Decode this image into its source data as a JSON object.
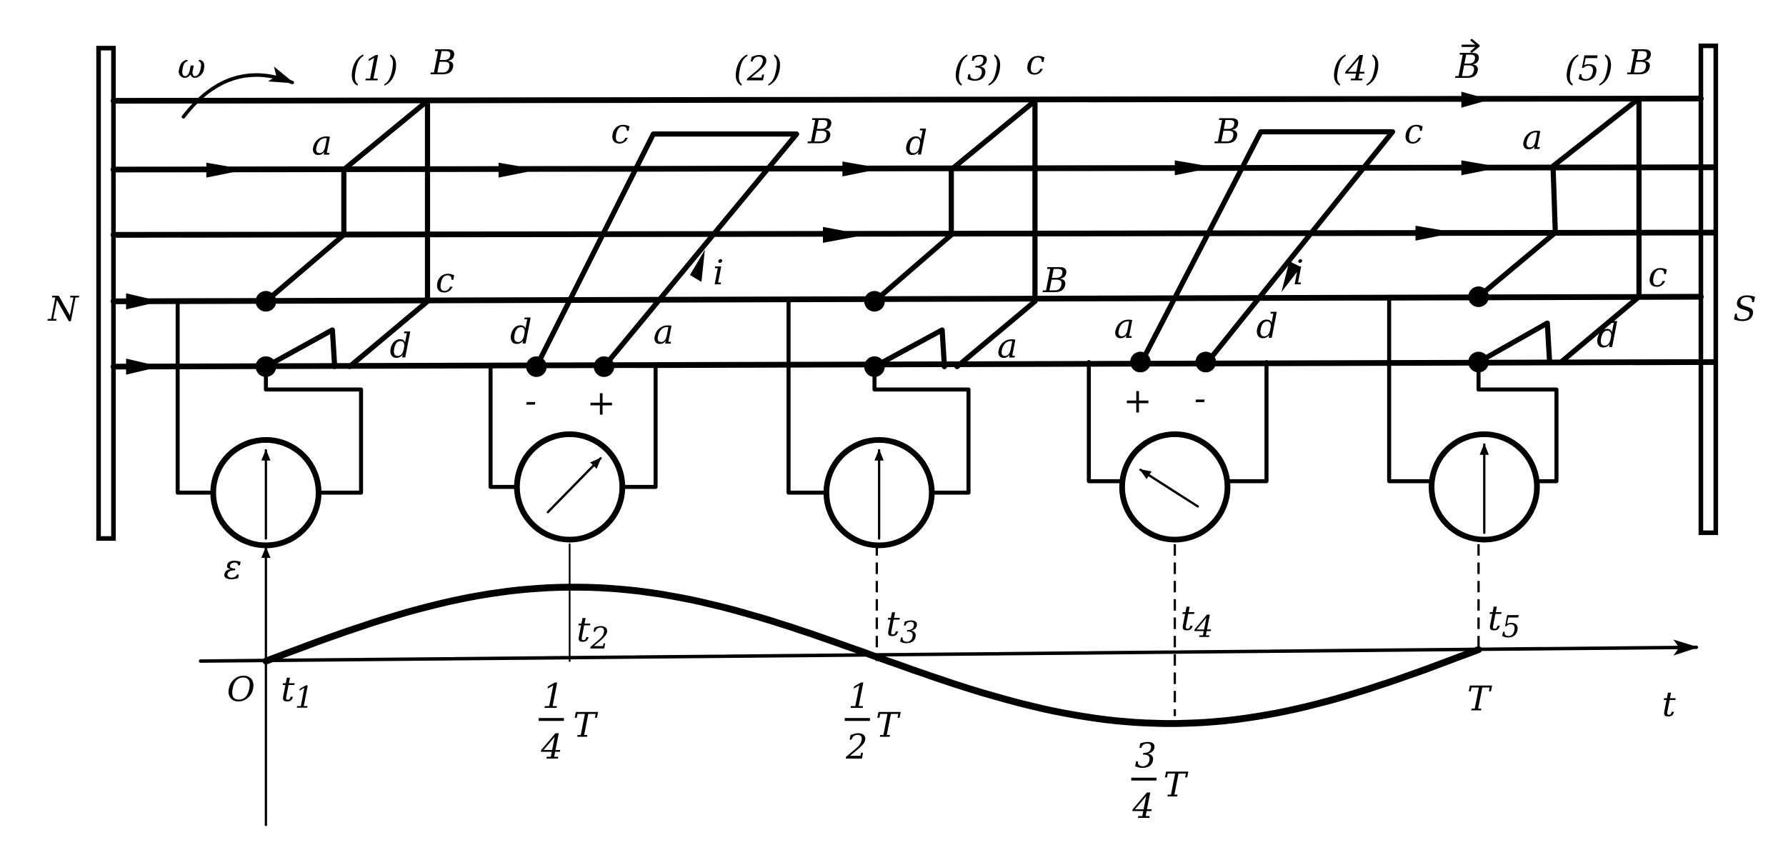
{
  "magnets": {
    "north": "N",
    "south": "S"
  },
  "rotation_label": "ω",
  "field_label": "B",
  "positions": [
    {
      "label": "(1)",
      "corners": [
        "a",
        "B",
        "c",
        "d"
      ]
    },
    {
      "label": "(2)",
      "corners": [
        "c",
        "B",
        "d",
        "a"
      ],
      "current": "i",
      "polarity": [
        "-",
        "+"
      ]
    },
    {
      "label": "(3)",
      "corners": [
        "d",
        "c",
        "B",
        "a"
      ]
    },
    {
      "label": "(4)",
      "corners": [
        "B",
        "c",
        "a",
        "d"
      ],
      "current": "i",
      "polarity": [
        "+",
        "-"
      ]
    },
    {
      "label": "(5)",
      "corners": [
        "a",
        "B",
        "c",
        "d"
      ]
    }
  ],
  "graph": {
    "y_axis_label": "ε",
    "x_axis_label": "t",
    "origin_label": "O",
    "time_marks": [
      "t1",
      "t2",
      "t3",
      "t4",
      "t5"
    ],
    "time_marks_display": [
      {
        "t": "t",
        "sub": "1"
      },
      {
        "t": "t",
        "sub": "2"
      },
      {
        "t": "t",
        "sub": "3"
      },
      {
        "t": "t",
        "sub": "4"
      },
      {
        "t": "t",
        "sub": "5"
      }
    ],
    "period_ticks": [
      {
        "num": "1",
        "den": "4",
        "T": "T"
      },
      {
        "num": "1",
        "den": "2",
        "T": "T"
      },
      {
        "num": "3",
        "den": "4",
        "T": "T"
      }
    ],
    "period_label": "T"
  }
}
